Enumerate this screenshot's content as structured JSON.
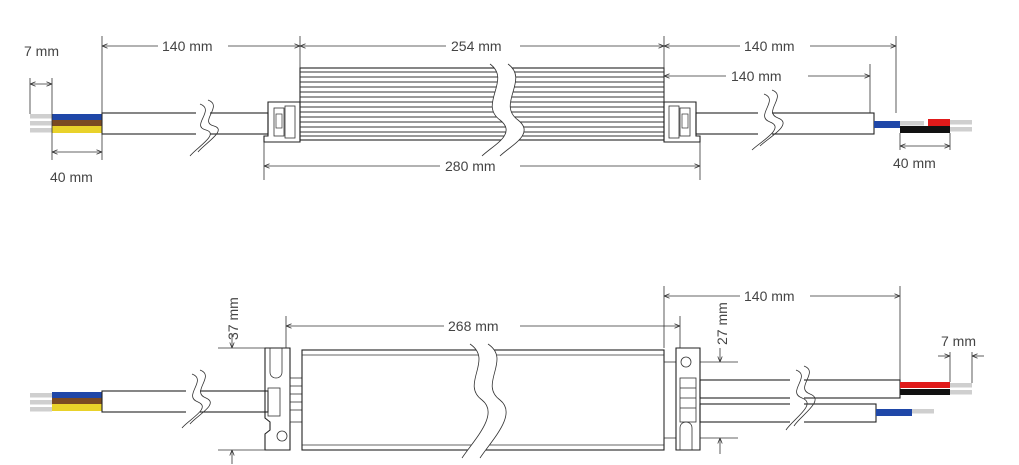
{
  "colors": {
    "blue": "#1f47a8",
    "brown": "#7a4a22",
    "yellow": "#e9d22a",
    "red": "#e01a1a",
    "black": "#111111",
    "line": "#222222",
    "text": "#444444"
  },
  "top_view": {
    "dims": {
      "strip_in": "7 mm",
      "cable_in": "140 mm",
      "body": "254 mm",
      "cable_out": "140 mm",
      "cable_out_inner": "140 mm",
      "wires_in": "40 mm",
      "overall": "280 mm",
      "wires_out": "40 mm"
    }
  },
  "front_view": {
    "dims": {
      "height_total": "37 mm",
      "mount": "268 mm",
      "cable_out": "140 mm",
      "height_body": "27 mm",
      "strip_out": "7 mm"
    }
  }
}
